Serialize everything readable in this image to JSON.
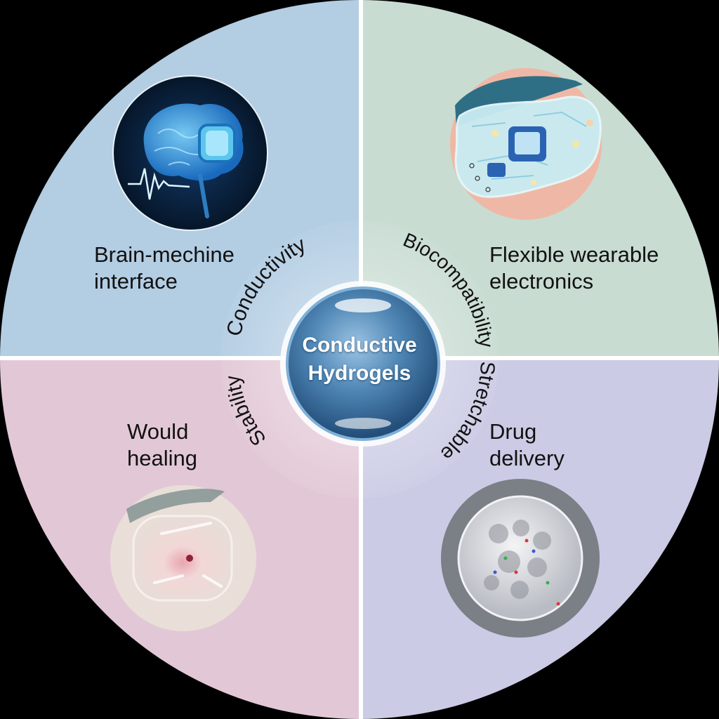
{
  "diagram": {
    "center": {
      "line1": "Conductive",
      "line2": "Hydrogels",
      "colors": {
        "core": "#4f86b4",
        "ring": "#ffffff"
      }
    },
    "properties": [
      {
        "label": "Conductivity",
        "position": "upper-left arc"
      },
      {
        "label": "Biocompatibility",
        "position": "upper-right arc"
      },
      {
        "label": "Stretchable",
        "position": "lower-right arc"
      },
      {
        "label": "Stability",
        "position": "lower-left arc"
      }
    ],
    "applications": [
      {
        "id": "tl",
        "line1": "Brain-mechine",
        "line2": "interface",
        "icon": "brain-icon",
        "color": "#b3cde3"
      },
      {
        "id": "tr",
        "line1": "Flexible wearable",
        "line2": "electronics",
        "icon": "wearable-circuit-icon",
        "color": "#c8dcd2"
      },
      {
        "id": "bl",
        "line1": "Would",
        "line2": "healing",
        "icon": "wound-dressing-icon",
        "color": "#e2c8d6"
      },
      {
        "id": "br",
        "line1": "Drug",
        "line2": "delivery",
        "icon": "hydrogel-sphere-icon",
        "color": "#cbcbe5"
      }
    ],
    "background": "#000000",
    "divider_color": "#ffffff"
  }
}
